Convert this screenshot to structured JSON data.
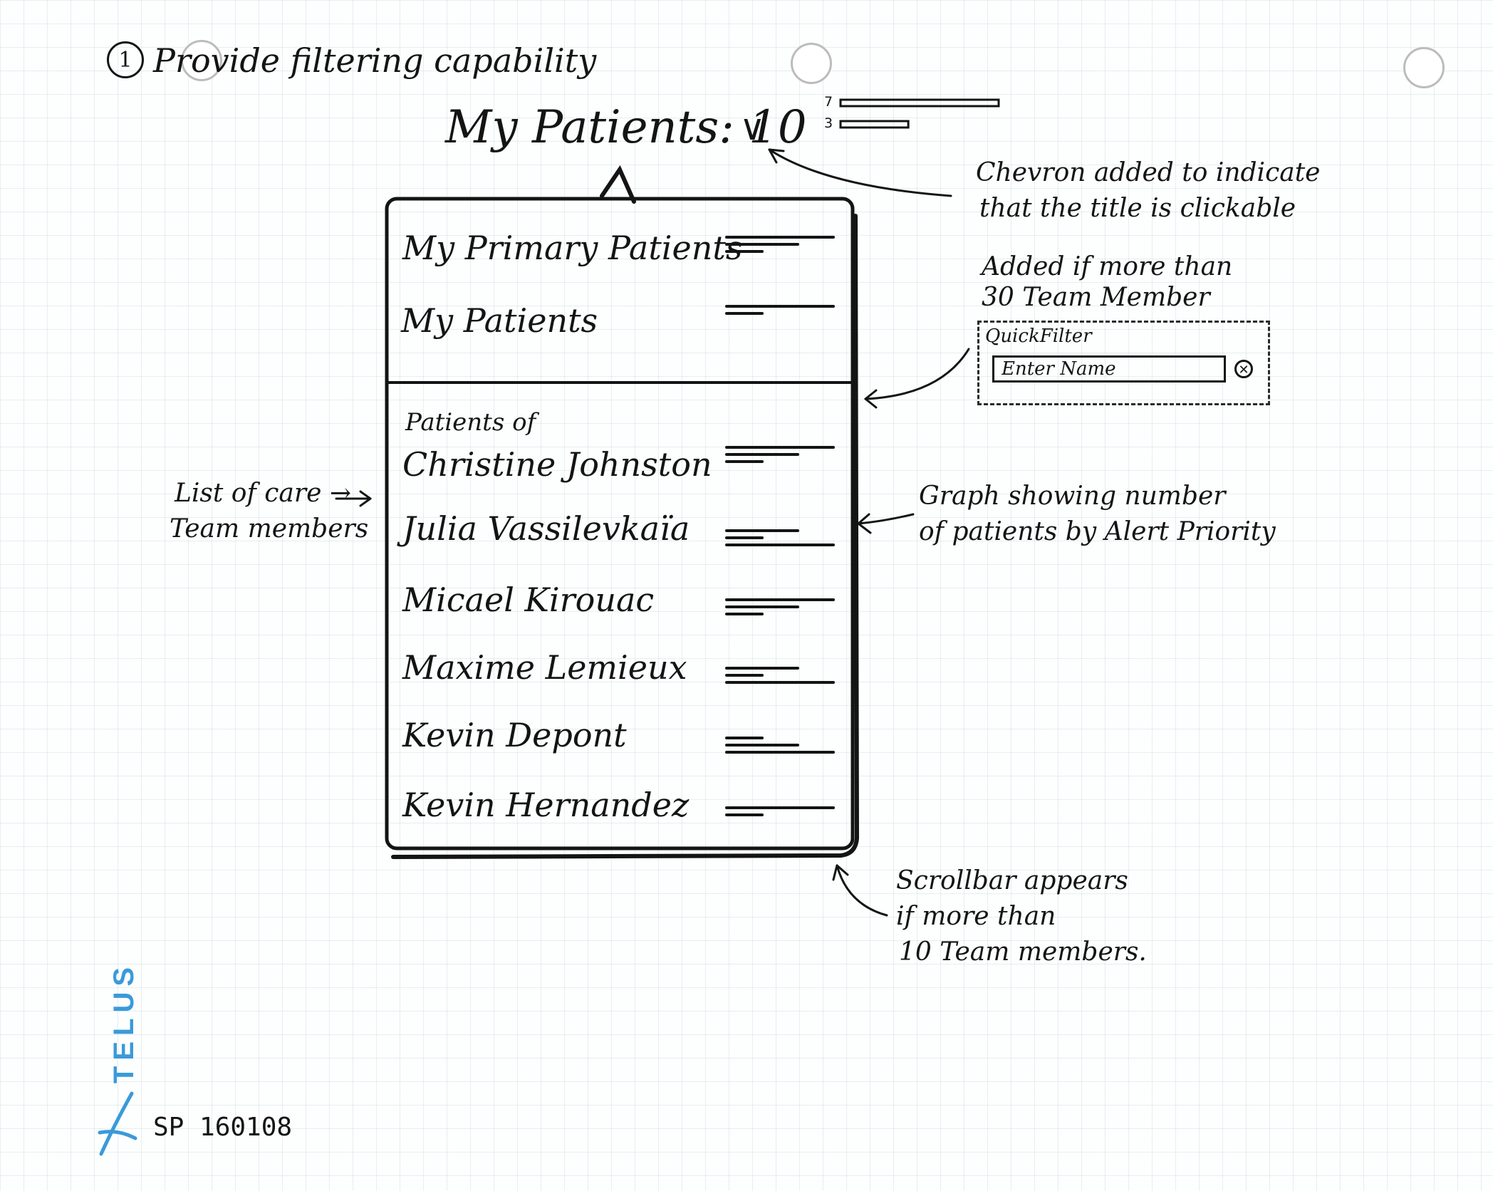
{
  "page": {
    "heading": "Provide filtering capability",
    "heading_number": "1",
    "signoff": "SP 160108"
  },
  "brand": {
    "name": "TELUS",
    "color": "#3a9ad9"
  },
  "widget": {
    "title": "My Patients: 10",
    "chevron_icon": "chevron-down-icon",
    "mini_bars": [
      {
        "label": "7",
        "value": 7
      },
      {
        "label": "3",
        "value": 3
      }
    ]
  },
  "dropdown": {
    "top_items": [
      {
        "label": "My Primary Patients",
        "bars": [
          3,
          2,
          1
        ]
      },
      {
        "label": "My Patients",
        "bars": [
          3,
          1
        ]
      }
    ],
    "section_label": "Patients of",
    "team_members": [
      {
        "label": "Christine Johnston",
        "bars": [
          3,
          2,
          1
        ]
      },
      {
        "label": "Julia Vassilevkaïa",
        "bars": [
          2,
          1,
          3
        ]
      },
      {
        "label": "Micael Kirouac",
        "bars": [
          3,
          2,
          1
        ]
      },
      {
        "label": "Maxime Lemieux",
        "bars": [
          2,
          1,
          3
        ]
      },
      {
        "label": "Kevin Depont",
        "bars": [
          1,
          2,
          3
        ]
      },
      {
        "label": "Kevin Hernandez",
        "bars": [
          3,
          1
        ]
      }
    ]
  },
  "annotations": {
    "chevron_note": [
      "Chevron added to indicate",
      "that the title is clickable"
    ],
    "quickfilter_note": [
      "Added if more than",
      "30 Team Member"
    ],
    "team_list_note": [
      "List of care →",
      "Team members"
    ],
    "graph_note": [
      "Graph showing number",
      "of patients by Alert Priority"
    ],
    "scrollbar_note": [
      "Scrollbar appears",
      "if more than",
      "10 Team members."
    ]
  },
  "quickfilter": {
    "label": "QuickFilter",
    "placeholder": "Enter Name",
    "clear_icon": "clear-icon"
  }
}
